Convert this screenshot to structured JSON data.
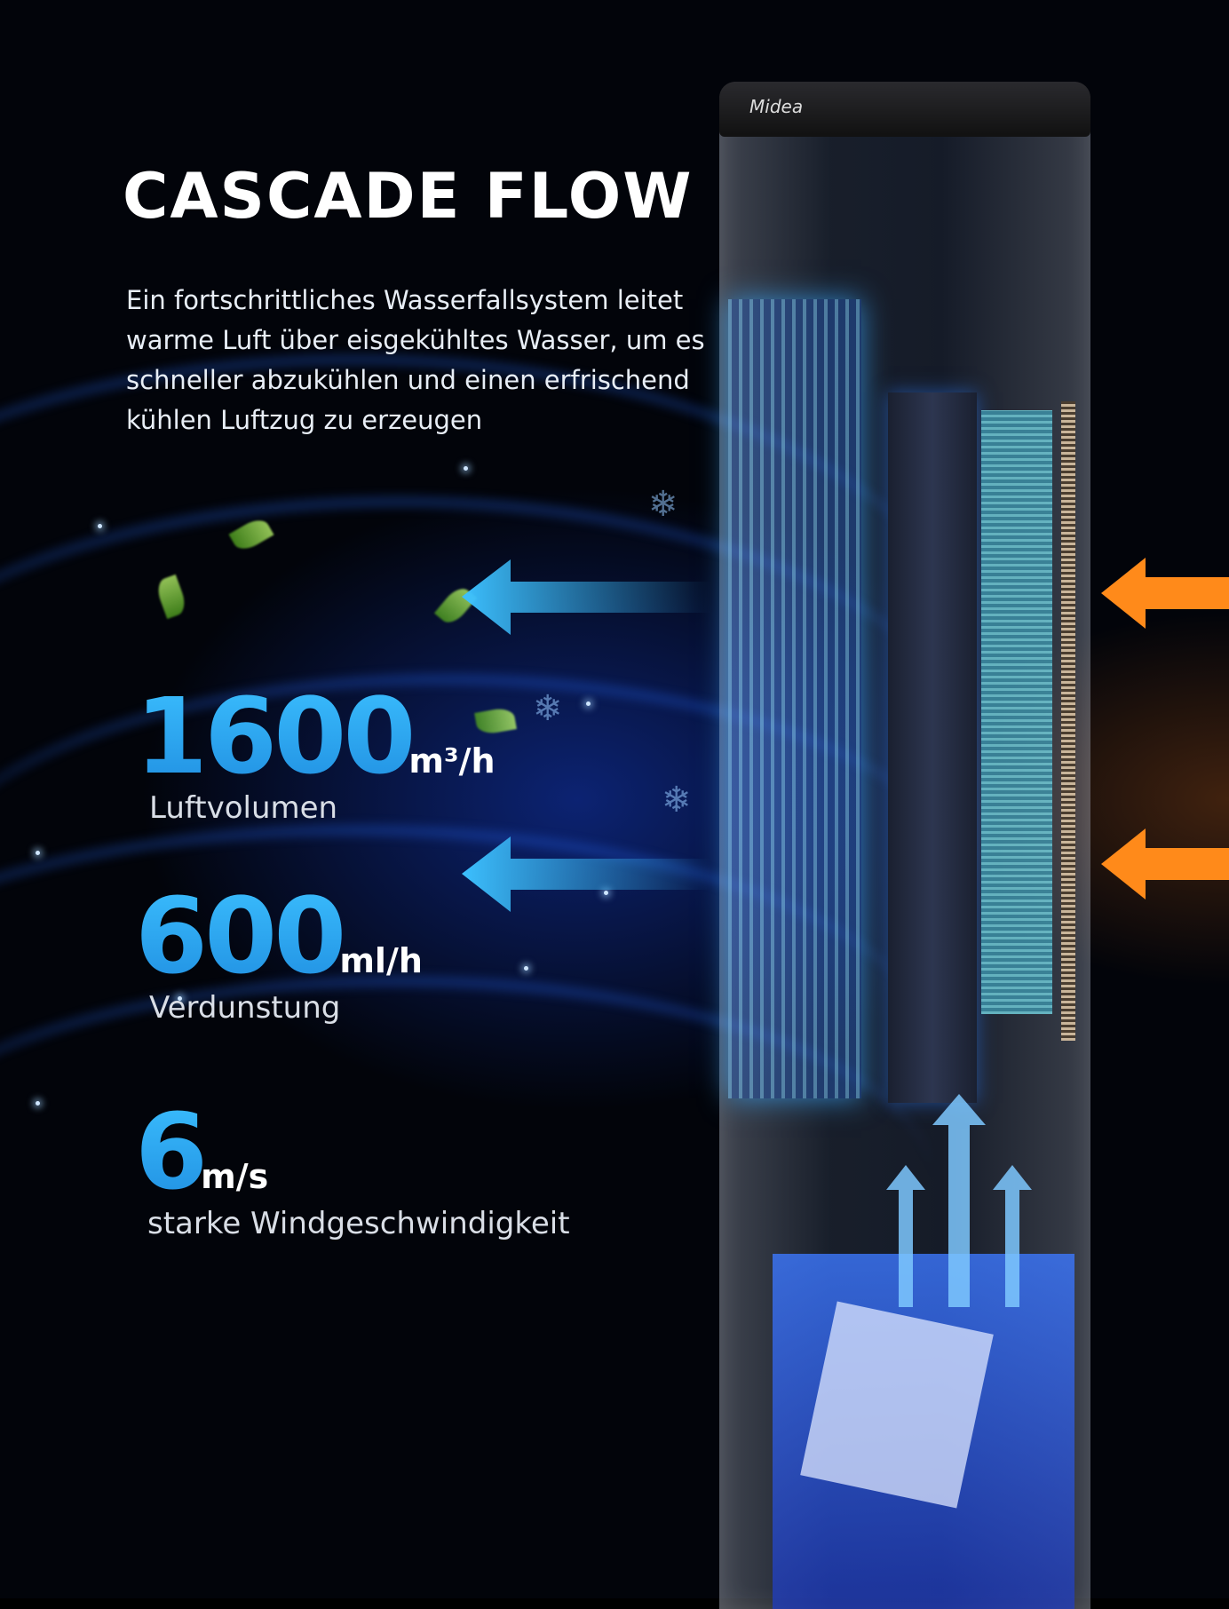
{
  "title": "CASCADE FLOW",
  "description": "Ein fortschrittliches Wasserfallsystem leitet warme Luft über eisgekühltes Wasser, um es schneller abzukühlen und einen erfrischend kühlen Luftzug zu erzeugen",
  "brand": "Midea",
  "stats": [
    {
      "value": "1600",
      "unit": "m³/h",
      "label": "Luftvolumen"
    },
    {
      "value": "600",
      "unit": "ml/h",
      "label": "Verdunstung"
    },
    {
      "value": "6",
      "unit": "m/s",
      "label": "starke Windgeschwindigkeit"
    }
  ],
  "colors": {
    "accent": "#2aa9f0",
    "warm": "#ff8a1a",
    "cool": "#3cc0ff"
  }
}
